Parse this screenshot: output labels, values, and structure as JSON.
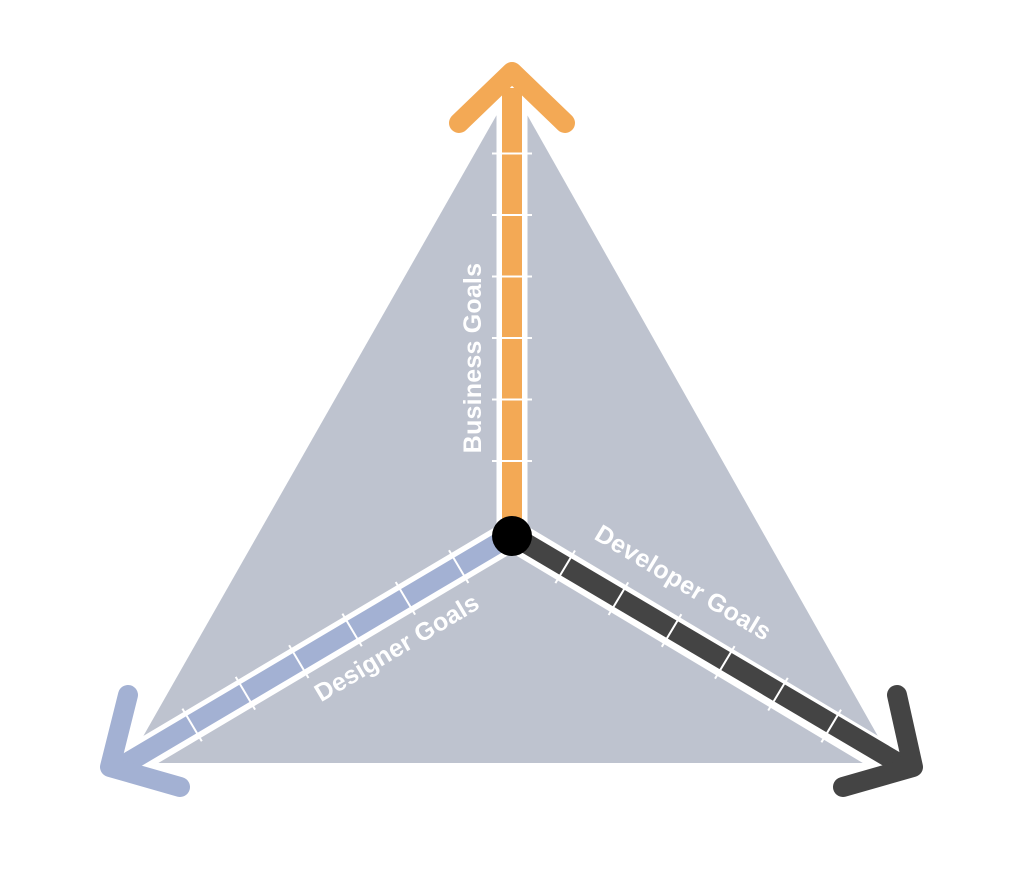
{
  "axes": {
    "business": {
      "label": "Business Goals"
    },
    "designer": {
      "label": "Designer Goals"
    },
    "developer": {
      "label": "Developer Goals"
    }
  },
  "colors": {
    "triangle_fill": "#bec3cf",
    "business": "#f3a955",
    "designer": "#a3b1d3",
    "developer": "#444444",
    "tick": "#ffffff",
    "center": "#000000",
    "label_text": "#ffffff"
  }
}
